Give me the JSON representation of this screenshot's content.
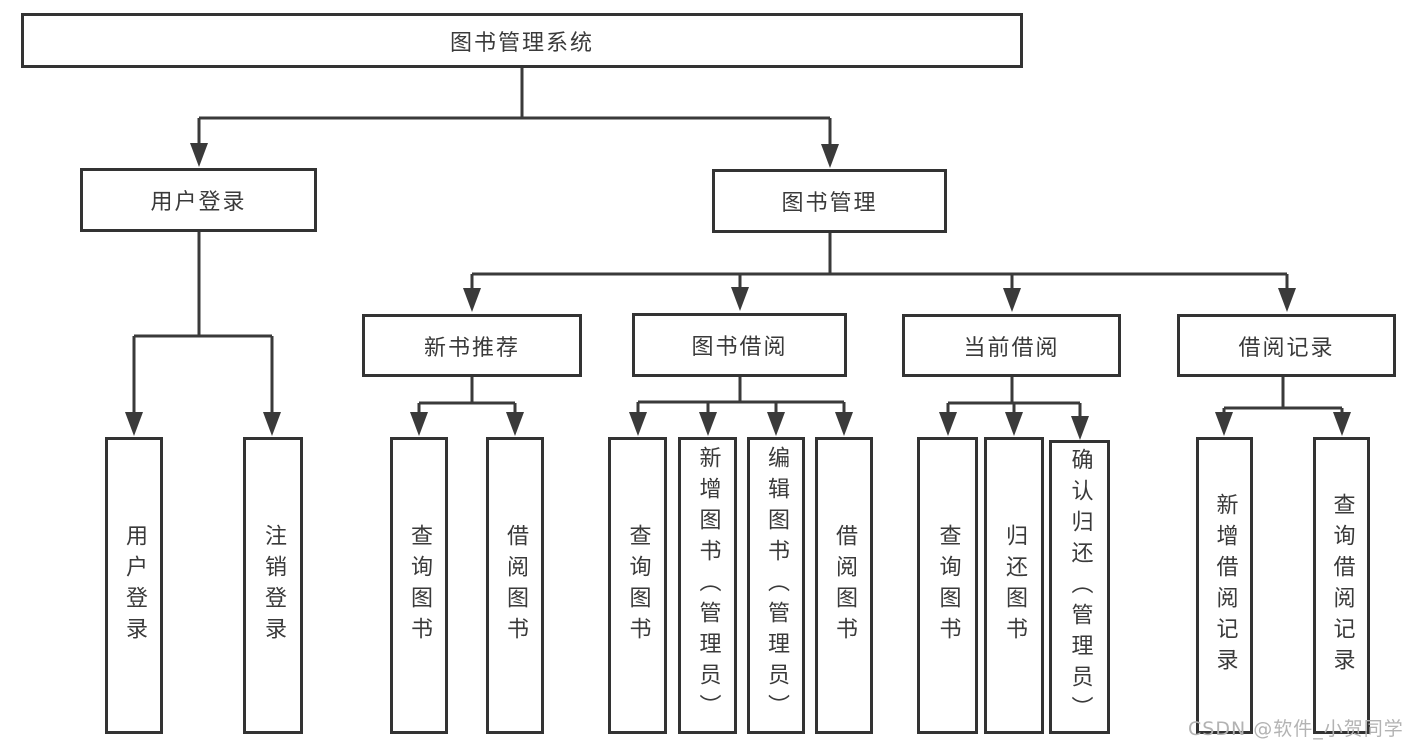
{
  "diagram_title": "图书管理系统",
  "tree": {
    "label": "图书管理系统",
    "children": [
      {
        "label": "用户登录",
        "children": [
          {
            "label": "用户登录"
          },
          {
            "label": "注销登录"
          }
        ]
      },
      {
        "label": "图书管理",
        "children": [
          {
            "label": "新书推荐",
            "children": [
              {
                "label": "查询图书"
              },
              {
                "label": "借阅图书"
              }
            ]
          },
          {
            "label": "图书借阅",
            "children": [
              {
                "label": "查询图书"
              },
              {
                "label": "新增图书（管理员）"
              },
              {
                "label": "编辑图书（管理员）"
              },
              {
                "label": "借阅图书"
              }
            ]
          },
          {
            "label": "当前借阅",
            "children": [
              {
                "label": "查询图书"
              },
              {
                "label": "归还图书"
              },
              {
                "label": "确认归还（管理员）"
              }
            ]
          },
          {
            "label": "借阅记录",
            "children": [
              {
                "label": "新增借阅记录"
              },
              {
                "label": "查询借阅记录"
              }
            ]
          }
        ]
      }
    ]
  },
  "watermark": {
    "text": "CSDN @软件_小贺同学"
  },
  "colors": {
    "line": "#3a3a3a",
    "border": "#333333",
    "text": "#3a3a3a",
    "watermark": "#b3b3b3",
    "background": "#ffffff"
  }
}
